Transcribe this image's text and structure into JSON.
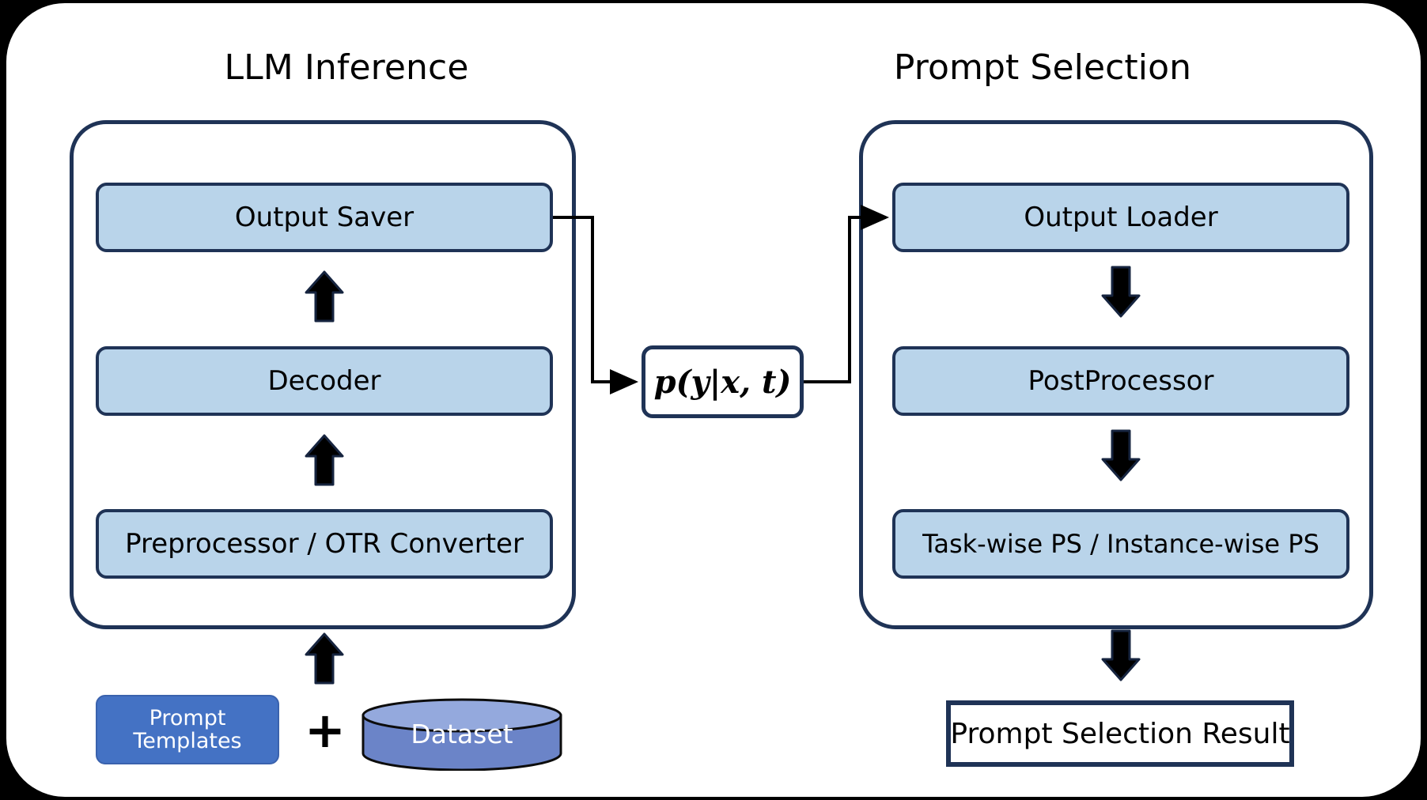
{
  "figure": {
    "background_color": "#000000",
    "canvas_color": "#ffffff",
    "accent_border": "#1f3356",
    "process_box_fill": "#b9d4ea",
    "input_box_fill": "#4472c4",
    "cylinder_body": "#6b84c8",
    "cylinder_top": "#94a9dd"
  },
  "sections": {
    "left": {
      "title": "LLM Inference",
      "boxes": [
        {
          "label": "Output Saver"
        },
        {
          "label": "Decoder"
        },
        {
          "label": "Preprocessor / OTR Converter"
        }
      ]
    },
    "right": {
      "title": "Prompt Selection",
      "boxes": [
        {
          "label": "Output Loader"
        },
        {
          "label": "PostProcessor"
        },
        {
          "label": "Task-wise PS / Instance-wise PS"
        }
      ]
    }
  },
  "middle": {
    "formula": "p(y|x, t)"
  },
  "inputs": {
    "prompt_templates_line1": "Prompt",
    "prompt_templates_line2": "Templates",
    "plus": "+",
    "dataset": "Dataset"
  },
  "output": {
    "result": "Prompt Selection Result"
  },
  "chart_data": {
    "type": "diagram",
    "title": "LLM Inference and Prompt Selection pipeline",
    "nodes": [
      {
        "id": "prompt_templates",
        "label": "Prompt Templates",
        "group": "inputs",
        "shape": "rounded-rect",
        "fill": "#4472c4"
      },
      {
        "id": "dataset",
        "label": "Dataset",
        "group": "inputs",
        "shape": "cylinder",
        "fill": "#6b84c8"
      },
      {
        "id": "preprocessor",
        "label": "Preprocessor / OTR Converter",
        "group": "LLM Inference",
        "shape": "rounded-rect",
        "fill": "#b9d4ea"
      },
      {
        "id": "decoder",
        "label": "Decoder",
        "group": "LLM Inference",
        "shape": "rounded-rect",
        "fill": "#b9d4ea"
      },
      {
        "id": "output_saver",
        "label": "Output Saver",
        "group": "LLM Inference",
        "shape": "rounded-rect",
        "fill": "#b9d4ea"
      },
      {
        "id": "probability",
        "label": "p(y|x, t)",
        "group": "bridge",
        "shape": "rounded-rect",
        "fill": "#ffffff"
      },
      {
        "id": "output_loader",
        "label": "Output Loader",
        "group": "Prompt Selection",
        "shape": "rounded-rect",
        "fill": "#b9d4ea"
      },
      {
        "id": "postprocessor",
        "label": "PostProcessor",
        "group": "Prompt Selection",
        "shape": "rounded-rect",
        "fill": "#b9d4ea"
      },
      {
        "id": "ps",
        "label": "Task-wise PS / Instance-wise PS",
        "group": "Prompt Selection",
        "shape": "rounded-rect",
        "fill": "#b9d4ea"
      },
      {
        "id": "result",
        "label": "Prompt Selection Result",
        "group": "output",
        "shape": "rect",
        "fill": "#ffffff"
      }
    ],
    "edges": [
      {
        "from": "prompt_templates+dataset",
        "to": "preprocessor",
        "style": "thick-arrow-up"
      },
      {
        "from": "preprocessor",
        "to": "decoder",
        "style": "thick-arrow-up"
      },
      {
        "from": "decoder",
        "to": "output_saver",
        "style": "thick-arrow-up"
      },
      {
        "from": "output_saver",
        "to": "probability",
        "style": "thin-elbow-arrow"
      },
      {
        "from": "probability",
        "to": "output_loader",
        "style": "thin-elbow-arrow"
      },
      {
        "from": "output_loader",
        "to": "postprocessor",
        "style": "thick-arrow-down"
      },
      {
        "from": "postprocessor",
        "to": "ps",
        "style": "thick-arrow-down"
      },
      {
        "from": "ps",
        "to": "result",
        "style": "thick-arrow-down"
      }
    ]
  }
}
